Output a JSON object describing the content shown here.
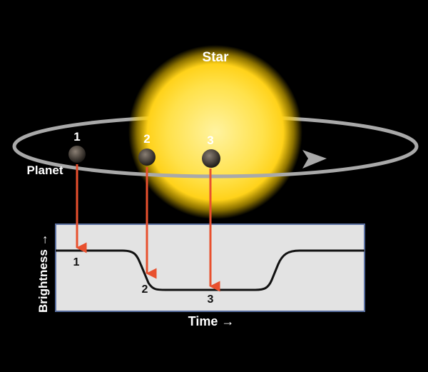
{
  "labels": {
    "star": "Star",
    "planet": "Planet",
    "brightness_axis": "Brightness →",
    "time_axis": "Time →"
  },
  "positions": [
    {
      "id": "1",
      "orbit_label": "1",
      "curve_label": "1"
    },
    {
      "id": "2",
      "orbit_label": "2",
      "curve_label": "2"
    },
    {
      "id": "3",
      "orbit_label": "3",
      "curve_label": "3"
    }
  ],
  "colors": {
    "background": "#000000",
    "star_core": "#ffe14a",
    "star_glow": "#ffcf00",
    "orbit": "#a9a9a9",
    "plot_bg": "#e3e3e3",
    "plot_border": "#5a6fa0",
    "curve": "#111111",
    "arrow": "#e8502e"
  },
  "icons": [
    "star-icon",
    "planet-icon",
    "orbit-arrow-icon"
  ]
}
